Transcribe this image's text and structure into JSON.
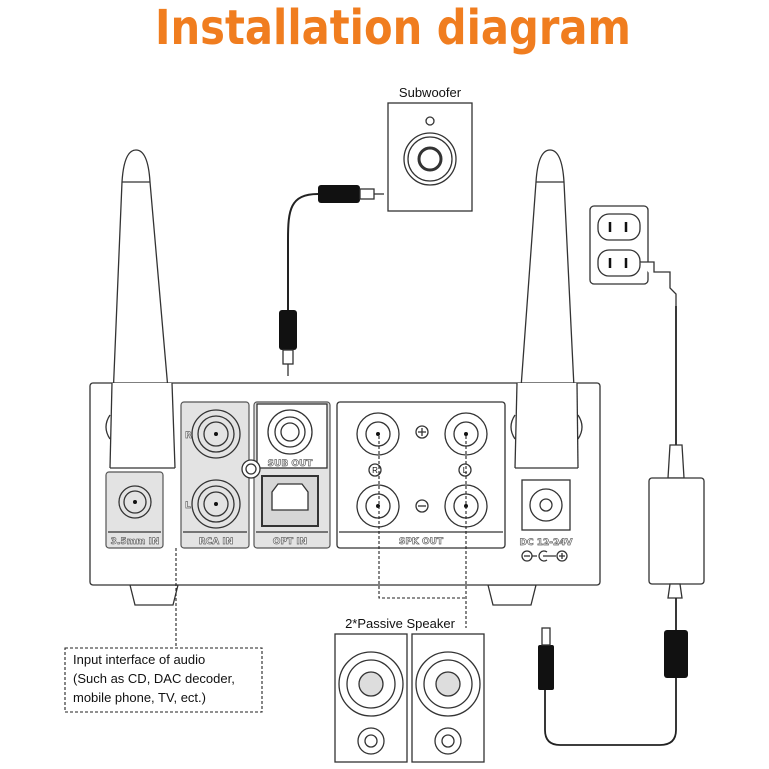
{
  "title": "Installation diagram",
  "colors": {
    "title": "#f07d1f",
    "line": "#333333",
    "panel": "#e3e3e3"
  },
  "subwoofer": {
    "label": "Subwoofer"
  },
  "amplifier": {
    "ports": {
      "aux": "3.5mm IN",
      "rca": "RCA IN",
      "rca_r": "R",
      "rca_l": "L",
      "sub": "SUB OUT",
      "opt": "OPT IN",
      "spk": "SPK OUT",
      "spk_r": "R",
      "spk_l": "L",
      "dc": "DC 12-24V"
    }
  },
  "speakers": {
    "label": "2*Passive Speaker"
  },
  "input_note": {
    "line1": "Input interface of audio",
    "line2": "(Such as CD, DAC decoder,",
    "line3": "mobile phone, TV, ect.)"
  }
}
